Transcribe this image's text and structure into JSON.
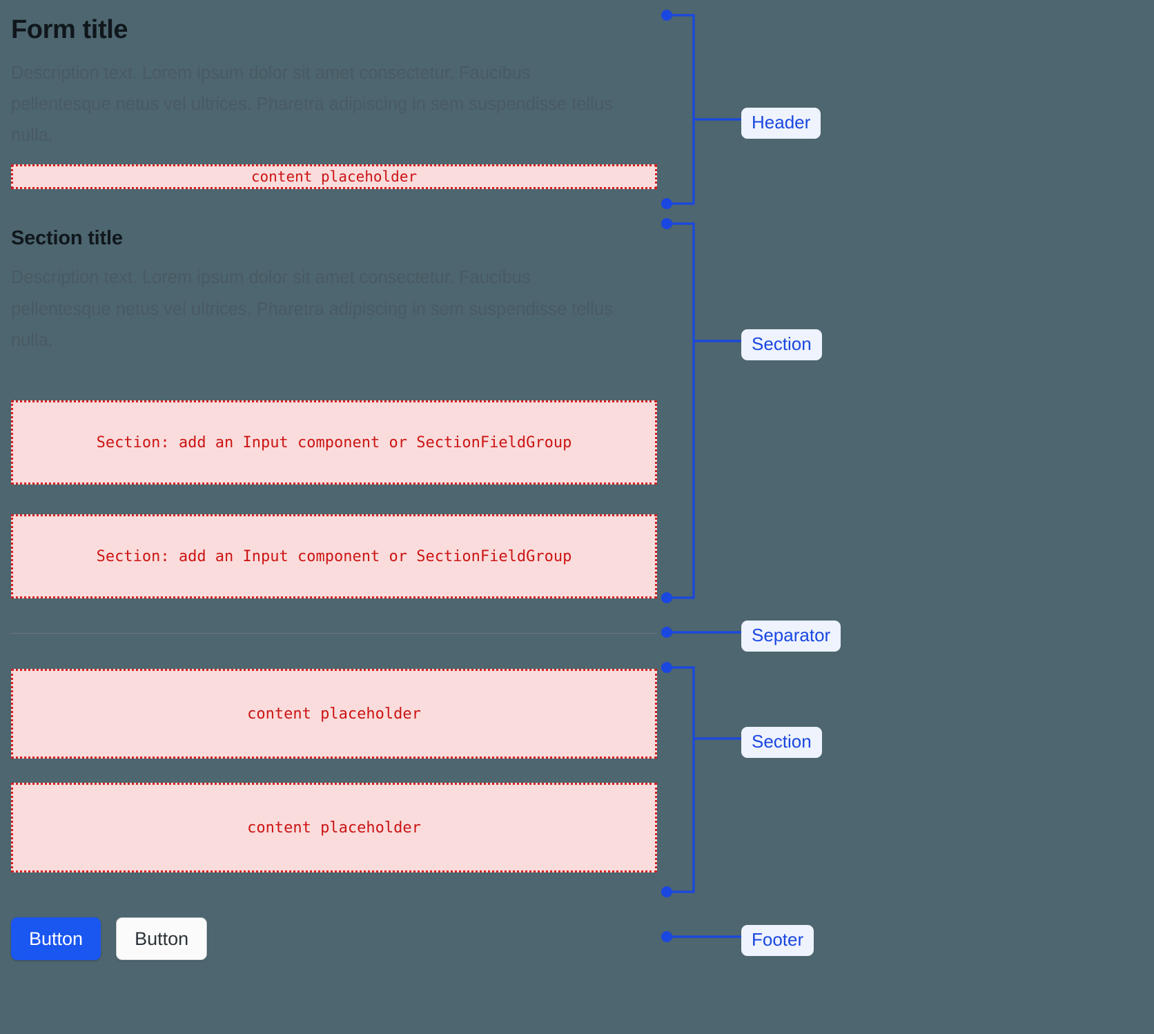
{
  "background_color": "#4d6670",
  "accent_color": "#1a47e0",
  "placeholder_color": "#cc1414",
  "placeholder_bg": "#fadcdc",
  "form": {
    "header": {
      "title": "Form title",
      "description": "Description text. Lorem ipsum dolor sit amet consectetur. Faucibus pellentesque netus vel ultrices. Pharetra adipiscing in sem suspendisse tellus nulla.",
      "placeholder": "content placeholder"
    },
    "section_one": {
      "title": "Section title",
      "description": "Description text. Lorem ipsum dolor sit amet consectetur. Faucibus pellentesque netus vel ultrices. Pharetra adipiscing in sem suspendisse tellus nulla.",
      "placeholders": [
        "Section: add an Input component or SectionFieldGroup",
        "Section: add an Input component or SectionFieldGroup"
      ]
    },
    "section_two": {
      "placeholders": [
        "content placeholder",
        "content placeholder"
      ]
    },
    "footer": {
      "primary_button": "Button",
      "secondary_button": "Button"
    }
  },
  "annotations": [
    {
      "id": "header",
      "label": "Header"
    },
    {
      "id": "section-1",
      "label": "Section"
    },
    {
      "id": "separator",
      "label": "Separator"
    },
    {
      "id": "section-2",
      "label": "Section"
    },
    {
      "id": "footer",
      "label": "Footer"
    }
  ]
}
